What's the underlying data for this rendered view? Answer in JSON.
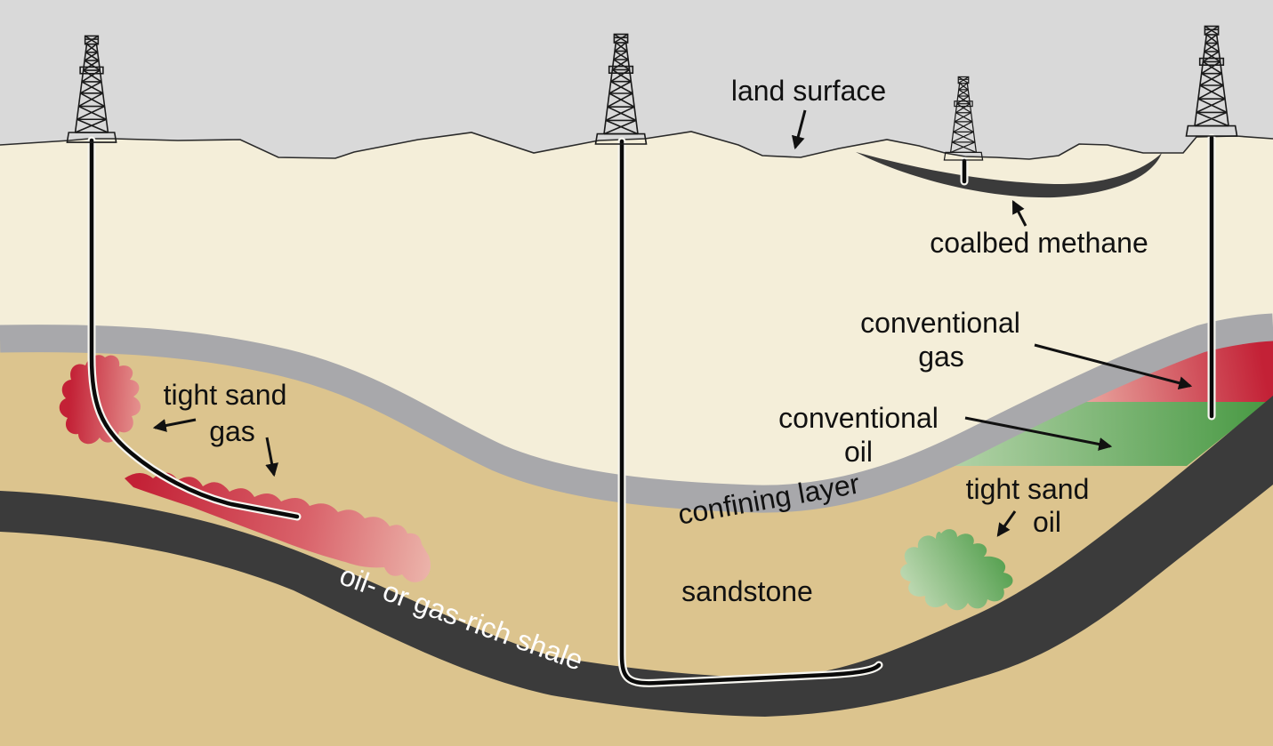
{
  "scene": {
    "title": "oil and gas geology cross-section",
    "labels": {
      "land_surface": "land surface",
      "coalbed_methane": "coalbed methane",
      "conventional_gas_line1": "conventional",
      "conventional_gas_line2": "gas",
      "conventional_oil_line1": "conventional",
      "conventional_oil_line2": "oil",
      "tight_sand_gas_line1": "tight sand",
      "tight_sand_gas_line2": "gas",
      "tight_sand_oil_line1": "tight sand",
      "tight_sand_oil_line2": "oil",
      "confining_layer": "confining layer",
      "sandstone": "sandstone",
      "shale": "oil- or gas-rich shale"
    },
    "colors": {
      "sky": "#d9d9d9",
      "soil_cream": "#f4eed9",
      "sandstone_tan": "#dcc48e",
      "confining_gray": "#a8a8ab",
      "shale_dark": "#3b3b3b",
      "gas_red": "#c32136",
      "gas_red_pale": "#edb4aa",
      "oil_green": "#4a9a45",
      "oil_green_pale": "#b9d6ae",
      "well_black": "#0a0a0a",
      "well_halo": "#f7f6f0",
      "outline": "#2a2a2a",
      "text_black": "#111111",
      "text_white": "#ffffff"
    },
    "icons": {
      "derrick": "drilling-derrick-icon"
    }
  }
}
